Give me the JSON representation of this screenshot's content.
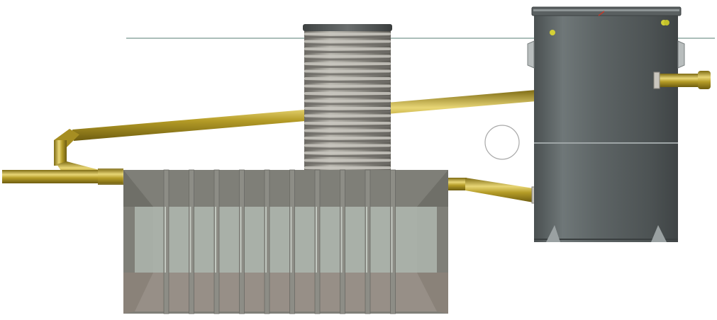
{
  "diagram": {
    "components": {
      "ground_level": "ground-level-line",
      "inlet_pipe": "inlet-pipe",
      "riser_shaft": "corrugated-riser-shaft",
      "tank": "ribbed-tank-chamber",
      "overflow_pipe": "overflow-pipe",
      "bypass_pipe": "bypass-pipe",
      "pump_vessel": "pump-vessel",
      "outlet_pipe": "outlet-pipe",
      "inspection_opening": "inspection-opening"
    },
    "colors": {
      "pipe": "#b59c27",
      "pipe_highlight": "#e8d676",
      "pipe_shadow": "#7d6a13",
      "riser": "#9a9891",
      "riser_cap": "#4f5353",
      "tank_outer": "#7f7f78",
      "tank_inner": "#a7aea6",
      "tank_bottom": "#978f87",
      "vessel": "#596061",
      "vessel_highlight": "#7b8384",
      "ground_line": "#8fa8a2"
    }
  }
}
